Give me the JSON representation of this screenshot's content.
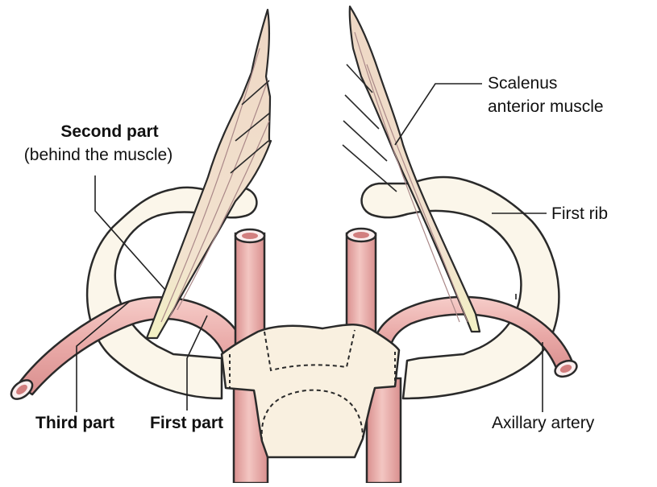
{
  "labels": {
    "second_part_title": "Second part",
    "second_part_note": "(behind the muscle)",
    "scalenus_line1": "Scalenus",
    "scalenus_line2": "anterior muscle",
    "first_rib": "First rib",
    "third_part": "Third part",
    "first_part": "First part",
    "axillary_artery": "Axillary artery"
  },
  "colors": {
    "rib_fill": "#fbf6ea",
    "artery_fill": "#e8a8a6",
    "artery_highlight": "#f4cbc7",
    "muscle_fill": "#f0dcc9",
    "muscle_tendon": "#f2f0c6",
    "outline": "#2a2a2a"
  }
}
